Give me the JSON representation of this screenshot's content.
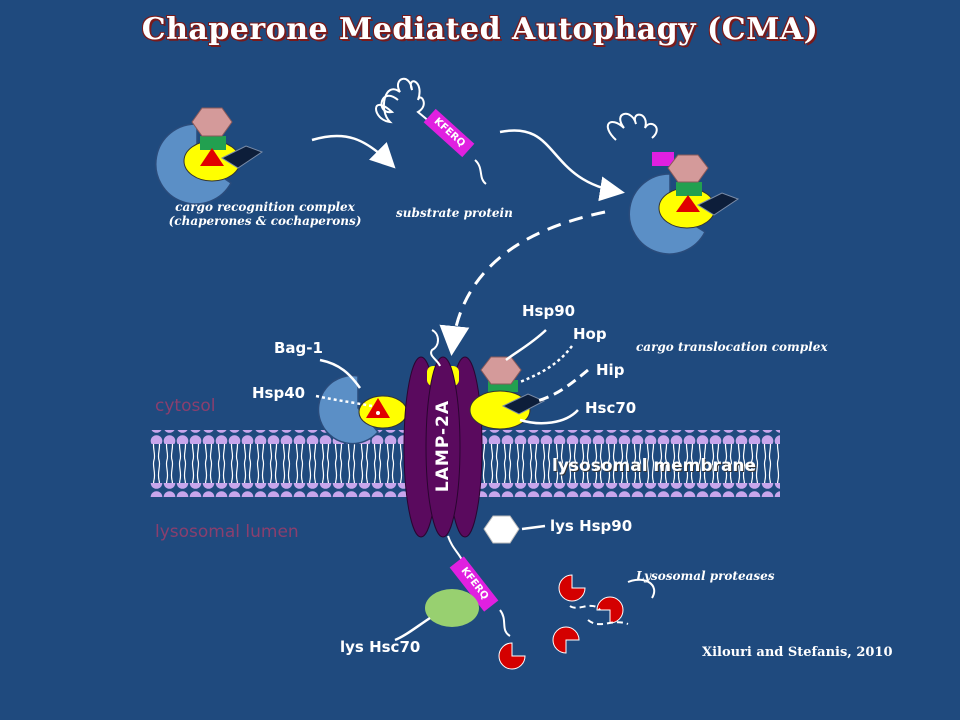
{
  "title": "Chaperone Mediated Autophagy (CMA)",
  "labels": {
    "cargo_recognition_line1": "cargo recognition complex",
    "cargo_recognition_line2": "(chaperones & cochaperons)",
    "substrate_protein": "substrate protein",
    "cargo_translocation": "cargo translocation complex",
    "kferq": "KFERQ",
    "hsp90": "Hsp90",
    "hop": "Hop",
    "hip": "Hip",
    "hsc70": "Hsc70",
    "bag1": "Bag-1",
    "hsp40": "Hsp40",
    "lamp2a": "LAMP-2A",
    "cytosol": "cytosol",
    "lysosomal_membrane": "lysosomal membrane",
    "lysosomal_lumen": "lysosomal lumen",
    "lys_hsp90": "lys Hsp90",
    "lys_hsc70": "lys Hsc70",
    "lysosomal_proteases": "Lysosomal proteases"
  },
  "credit": "Xilouri and Stefanis, 2010",
  "colors": {
    "background": "#1f4a7e",
    "hsc70": "#ffff00",
    "hsp90": "#d49a9a",
    "hsp40": "#5b8fc6",
    "lamp2a": "#5a0a5e",
    "kferq_tag": "#e020e0",
    "lipid_head": "#c8a6ec",
    "protease": "#d40000",
    "lys_hsc70": "#98d070"
  }
}
